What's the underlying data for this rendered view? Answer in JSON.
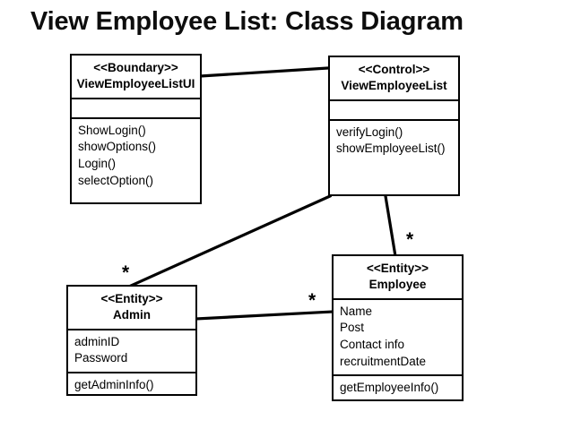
{
  "page": {
    "title": "View Employee List: Class Diagram",
    "background_color": "#ffffff",
    "line_color": "#000000"
  },
  "diagram": {
    "type": "uml-class-diagram",
    "classes": [
      {
        "id": "boundary-viewemployeelistui",
        "stereotype": "<<Boundary>>",
        "name": "ViewEmployeeListUI",
        "attributes": [],
        "methods": [
          "ShowLogin()",
          "showOptions()",
          "Login()",
          "selectOption()"
        ]
      },
      {
        "id": "control-viewemployeelist",
        "stereotype": "<<Control>>",
        "name": "ViewEmployeeList",
        "attributes": [],
        "methods": [
          "verifyLogin()",
          "showEmployeeList()"
        ]
      },
      {
        "id": "entity-admin",
        "stereotype": "<<Entity>>",
        "name": "Admin",
        "attributes": [
          "adminID",
          "Password"
        ],
        "methods": [
          "getAdminInfo()"
        ]
      },
      {
        "id": "entity-employee",
        "stereotype": "<<Entity>>",
        "name": "Employee",
        "attributes": [
          "Name",
          "Post",
          "Contact info",
          "recruitmentDate"
        ],
        "methods": [
          "getEmployeeInfo()"
        ]
      }
    ],
    "associations": [
      {
        "id": "assoc-boundary-control",
        "from": "boundary-viewemployeelistui",
        "to": "control-viewemployeelist",
        "multiplicity_label": ""
      },
      {
        "id": "assoc-control-admin",
        "from": "control-viewemployeelist",
        "to": "entity-admin",
        "multiplicity_label": "*"
      },
      {
        "id": "assoc-control-employee",
        "from": "control-viewemployeelist",
        "to": "entity-employee",
        "multiplicity_label": "*"
      },
      {
        "id": "assoc-admin-employee",
        "from": "entity-admin",
        "to": "entity-employee",
        "multiplicity_label": "*"
      }
    ],
    "multiplicity_markers": [
      {
        "id": "mult-admin",
        "label": "*"
      },
      {
        "id": "mult-employee-top",
        "label": "*"
      },
      {
        "id": "mult-employee-left",
        "label": "*"
      }
    ]
  }
}
